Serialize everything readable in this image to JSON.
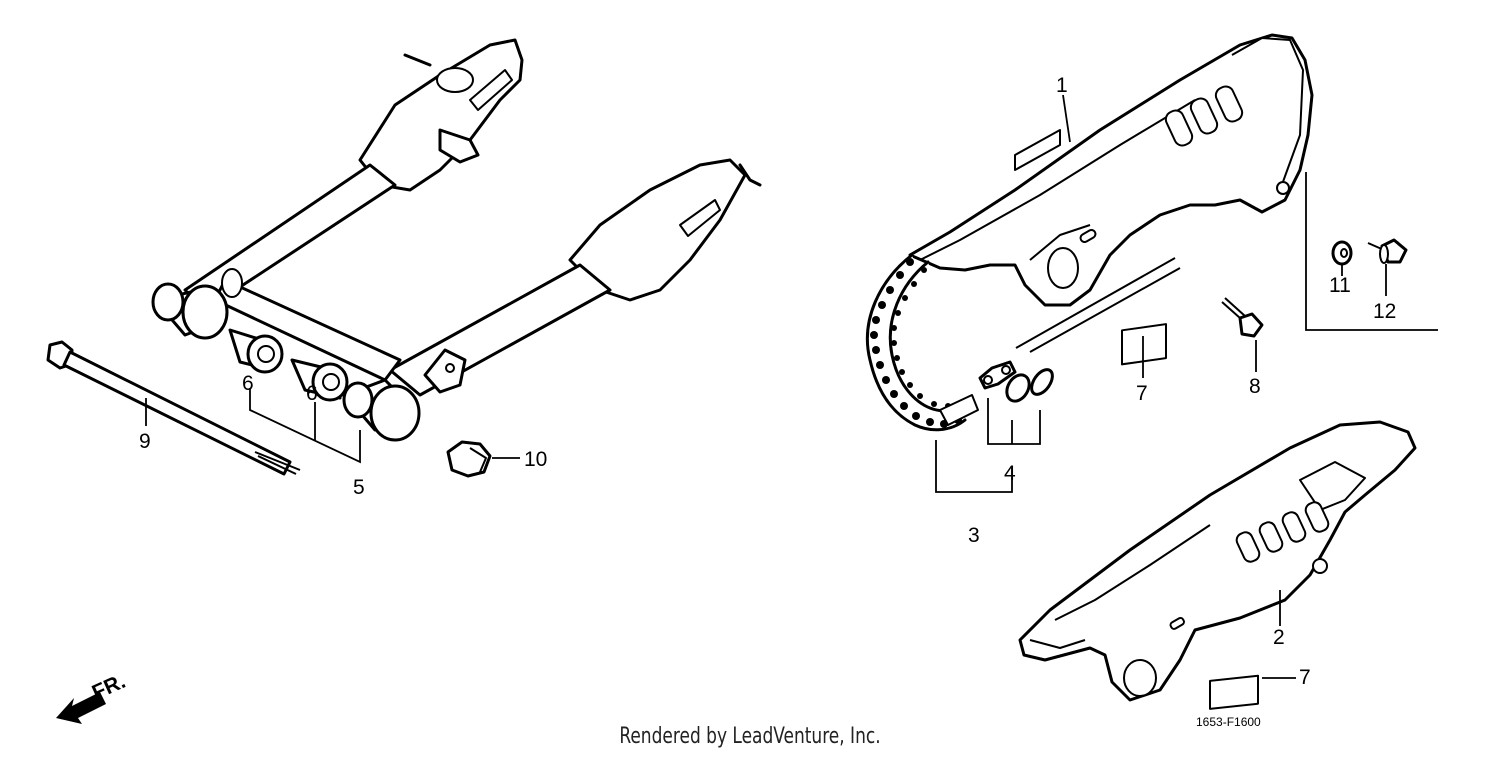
{
  "callouts": {
    "c1": "1",
    "c2": "2",
    "c3": "3",
    "c4": "4",
    "c5": "5",
    "c6a": "6",
    "c6b": "6",
    "c7a": "7",
    "c7b": "7",
    "c8": "8",
    "c9": "9",
    "c10": "10",
    "c11": "11",
    "c12": "12"
  },
  "direction_label": "FR.",
  "diagram_code": "1653-F1600",
  "credit": "Rendered by LeadVenture, Inc."
}
